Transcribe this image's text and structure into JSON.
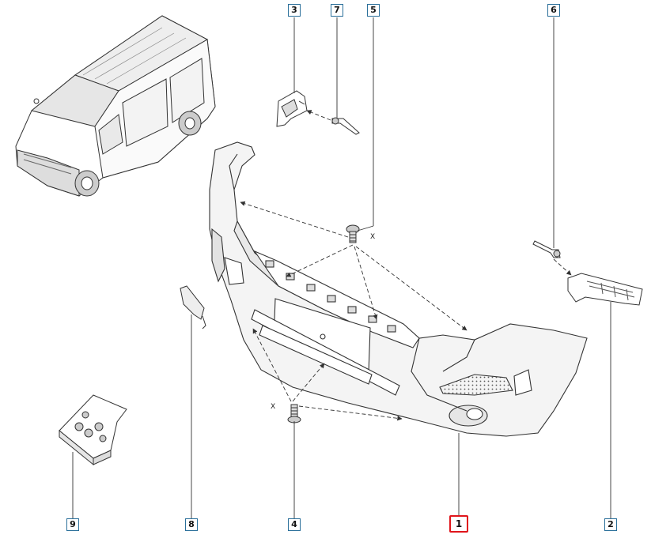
{
  "callouts": [
    {
      "id": "1",
      "label": "1",
      "selected": true
    },
    {
      "id": "2",
      "label": "2"
    },
    {
      "id": "3",
      "label": "3"
    },
    {
      "id": "4",
      "label": "4"
    },
    {
      "id": "5",
      "label": "5"
    },
    {
      "id": "6",
      "label": "6"
    },
    {
      "id": "7",
      "label": "7"
    },
    {
      "id": "8",
      "label": "8"
    },
    {
      "id": "9",
      "label": "9"
    }
  ],
  "markers": {
    "x_top": "X",
    "x_bottom": "X"
  },
  "colors": {
    "callout_border": "#2a6f9a",
    "callout_selected": "#e0151b",
    "line": "#333333"
  }
}
